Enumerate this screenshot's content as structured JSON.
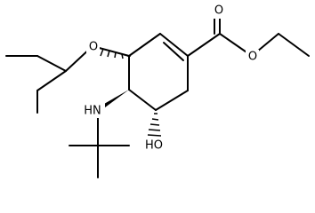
{
  "molecule": {
    "atoms": [
      {
        "id": "o_ether",
        "label": "O"
      },
      {
        "id": "o_carbonyl",
        "label": "O"
      },
      {
        "id": "o_ester",
        "label": "O"
      },
      {
        "id": "n_amine",
        "label": "HN"
      },
      {
        "id": "o_hydroxyl",
        "label": "HO"
      }
    ]
  }
}
